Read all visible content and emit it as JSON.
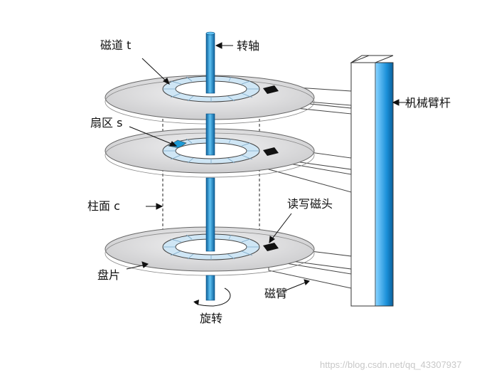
{
  "labels": {
    "track": "磁道 t",
    "spindle": "转轴",
    "arm_assembly": "机械臂杆",
    "sector": "扇区 s",
    "cylinder": "柱面 c",
    "rw_head": "读写磁头",
    "platter": "盘片",
    "arm": "磁臂",
    "rotation": "旋转"
  },
  "watermark": "https://blog.csdn.net/qq_43307937",
  "colors": {
    "platter_fill": "#d6d6d8",
    "platter_stroke": "#666666",
    "track_ring": "#cfe6f5",
    "sector_highlight": "#1b9ad6",
    "spindle": "#1f8fd0",
    "head": "#111111"
  }
}
